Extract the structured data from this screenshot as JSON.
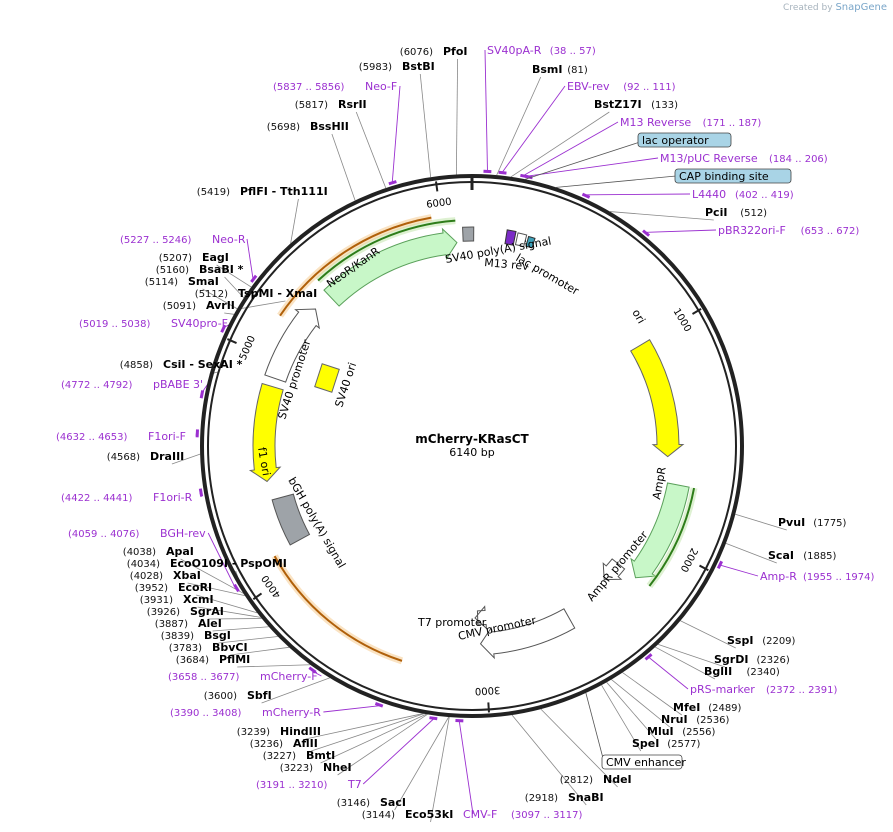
{
  "watermark": {
    "prefix": "Created by",
    "brand": "SnapGene"
  },
  "plasmid": {
    "name": "mCherry-KRasCT",
    "length_label": "6140 bp",
    "length": 6140
  },
  "ticks": [
    {
      "label": "1000",
      "bp": 1000
    },
    {
      "label": "2000",
      "bp": 2000
    },
    {
      "label": "3000",
      "bp": 3000
    },
    {
      "label": "4000",
      "bp": 4000
    },
    {
      "label": "5000",
      "bp": 5000
    },
    {
      "label": "6000",
      "bp": 6000
    }
  ],
  "sites": [
    {
      "coord": "(6076)",
      "name": "PfoI",
      "bp": 6076
    },
    {
      "coord": "(5983)",
      "name": "BstBI",
      "bp": 5983
    },
    {
      "coord": "(5817)",
      "name": "RsrII",
      "bp": 5817
    },
    {
      "coord": "(5698)",
      "name": "BssHII",
      "bp": 5698
    },
    {
      "coord": "(5419)",
      "name": "PflFI  - Tth111I",
      "bp": 5419
    },
    {
      "coord": "(5207)",
      "name": "EagI",
      "bp": 5207
    },
    {
      "coord": "(5160)",
      "name": "BsaBI *",
      "bp": 5160
    },
    {
      "coord": "(5114)",
      "name": "SmaI",
      "bp": 5114
    },
    {
      "coord": "(5112)",
      "name": "TspMI  - XmaI",
      "bp": 5112
    },
    {
      "coord": "(5091)",
      "name": "AvrII",
      "bp": 5091
    },
    {
      "coord": "(4858)",
      "name": "CsiI  - SexAI *",
      "bp": 4858
    },
    {
      "coord": "(4568)",
      "name": "DraIII",
      "bp": 4568
    },
    {
      "coord": "(4038)",
      "name": "ApaI",
      "bp": 4038
    },
    {
      "coord": "(4034)",
      "name": "EcoO109I  - PspOMI",
      "bp": 4034
    },
    {
      "coord": "(4028)",
      "name": "XbaI",
      "bp": 4028
    },
    {
      "coord": "(3952)",
      "name": "EcoRI",
      "bp": 3952
    },
    {
      "coord": "(3931)",
      "name": "XcmI",
      "bp": 3931
    },
    {
      "coord": "(3926)",
      "name": "SgrAI",
      "bp": 3926
    },
    {
      "coord": "(3887)",
      "name": "AleI",
      "bp": 3887
    },
    {
      "coord": "(3839)",
      "name": "BsgI",
      "bp": 3839
    },
    {
      "coord": "(3783)",
      "name": "BbvCI",
      "bp": 3783
    },
    {
      "coord": "(3684)",
      "name": "PflMI",
      "bp": 3684
    },
    {
      "coord": "(3600)",
      "name": "SbfI",
      "bp": 3600
    },
    {
      "coord": "(3239)",
      "name": "HindIII",
      "bp": 3239
    },
    {
      "coord": "(3236)",
      "name": "AflII",
      "bp": 3236
    },
    {
      "coord": "(3227)",
      "name": "BmtI",
      "bp": 3227
    },
    {
      "coord": "(3223)",
      "name": "NheI",
      "bp": 3223
    },
    {
      "coord": "(3146)",
      "name": "SacI",
      "bp": 3146
    },
    {
      "coord": "(3144)",
      "name": "Eco53kI",
      "bp": 3144
    },
    {
      "coord": "(2918)",
      "name": "SnaBI",
      "bp": 2918
    },
    {
      "coord": "(2812)",
      "name": "NdeI",
      "bp": 2812
    },
    {
      "coord": "(2577)",
      "name": "SpeI",
      "bp": 2577
    },
    {
      "coord": "(2556)",
      "name": "MluI",
      "bp": 2556
    },
    {
      "coord": "(2536)",
      "name": "NruI",
      "bp": 2536
    },
    {
      "coord": "(2489)",
      "name": "MfeI",
      "bp": 2489
    },
    {
      "coord": "(2340)",
      "name": "BglII",
      "bp": 2340
    },
    {
      "coord": "(2326)",
      "name": "SgrDI",
      "bp": 2326
    },
    {
      "coord": "(2209)",
      "name": "SspI",
      "bp": 2209
    },
    {
      "coord": "(1885)",
      "name": "ScaI",
      "bp": 1885
    },
    {
      "coord": "(1775)",
      "name": "PvuI",
      "bp": 1775
    },
    {
      "coord": "(81)",
      "name": "BsmI",
      "bp": 81
    },
    {
      "coord": "(133)",
      "name": "BstZ17I",
      "bp": 133
    },
    {
      "coord": "(512)",
      "name": "PciI",
      "bp": 512
    }
  ],
  "primers": [
    {
      "name": "SV40pA-R",
      "range": "(38 .. 57)",
      "bp": 47
    },
    {
      "name": "EBV-rev",
      "range": "(92 .. 111)",
      "bp": 101
    },
    {
      "name": "M13 Reverse",
      "range": "(171 .. 187)",
      "bp": 179
    },
    {
      "name": "M13/pUC Reverse",
      "range": "(184 .. 206)",
      "bp": 195
    },
    {
      "name": "L4440",
      "range": "(402 .. 419)",
      "bp": 410
    },
    {
      "name": "pBR322ori-F",
      "range": "(653 .. 672)",
      "bp": 662
    },
    {
      "name": "Amp-R",
      "range": "(1955 .. 1974)",
      "bp": 1964
    },
    {
      "name": "pRS-marker",
      "range": "(2372 .. 2391)",
      "bp": 2381
    },
    {
      "name": "CMV-F",
      "range": "(3097 .. 3117)",
      "bp": 3107
    },
    {
      "name": "T7",
      "range": "(3191 .. 3210)",
      "bp": 3200
    },
    {
      "name": "mCherry-R",
      "range": "(3390 .. 3408)",
      "bp": 3399
    },
    {
      "name": "mCherry-F",
      "range": "(3658 .. 3677)",
      "bp": 3667
    },
    {
      "name": "BGH-rev",
      "range": "(4059 .. 4076)",
      "bp": 4067
    },
    {
      "name": "F1ori-R",
      "range": "(4422 .. 4441)",
      "bp": 4431
    },
    {
      "name": "F1ori-F",
      "range": "(4632 .. 4653)",
      "bp": 4642
    },
    {
      "name": "pBABE 3'",
      "range": "(4772 .. 4792)",
      "bp": 4782
    },
    {
      "name": "SV40pro-F",
      "range": "(5019 .. 5038)",
      "bp": 5028
    },
    {
      "name": "Neo-R",
      "range": "(5227 .. 5246)",
      "bp": 5236
    },
    {
      "name": "Neo-F",
      "range": "(5837 .. 5856)",
      "bp": 5846
    }
  ],
  "boxed_labels": [
    {
      "text": "lac operator",
      "bp": 185
    },
    {
      "text": "CAP binding site",
      "bp": 300
    },
    {
      "text": "CMV enhancer",
      "bp": 2640
    }
  ],
  "features": [
    {
      "label": "SV40 poly(A) signal",
      "kind": "polyA"
    },
    {
      "label": "M13 rev",
      "kind": "primer_bind"
    },
    {
      "label": "lac promoter",
      "kind": "promoter"
    },
    {
      "label": "ori",
      "kind": "rep_origin"
    },
    {
      "label": "AmpR",
      "kind": "CDS"
    },
    {
      "label": "AmpR promoter",
      "kind": "promoter"
    },
    {
      "label": "T7 promoter",
      "kind": "promoter"
    },
    {
      "label": "CMV promoter",
      "kind": "promoter"
    },
    {
      "label": "bGH poly(A) signal",
      "kind": "polyA"
    },
    {
      "label": "f1 ori",
      "kind": "rep_origin"
    },
    {
      "label": "SV40 promoter",
      "kind": "promoter"
    },
    {
      "label": "SV40 ori",
      "kind": "rep_origin"
    },
    {
      "label": "NeoR/KanR",
      "kind": "CDS"
    }
  ],
  "colors": {
    "backbone": "#222222",
    "cds_fill": "#c8f7c8",
    "cds_stroke": "#5aa05a",
    "ori_fill": "#ffff00",
    "promoter_fill": "#ffffff",
    "polyA_fill": "#9ea3a8",
    "primer": "#9b30d0",
    "orf_green": "#2e7d1a",
    "orf_orange": "#b0600a",
    "box_fill": "#a9d4e6"
  }
}
